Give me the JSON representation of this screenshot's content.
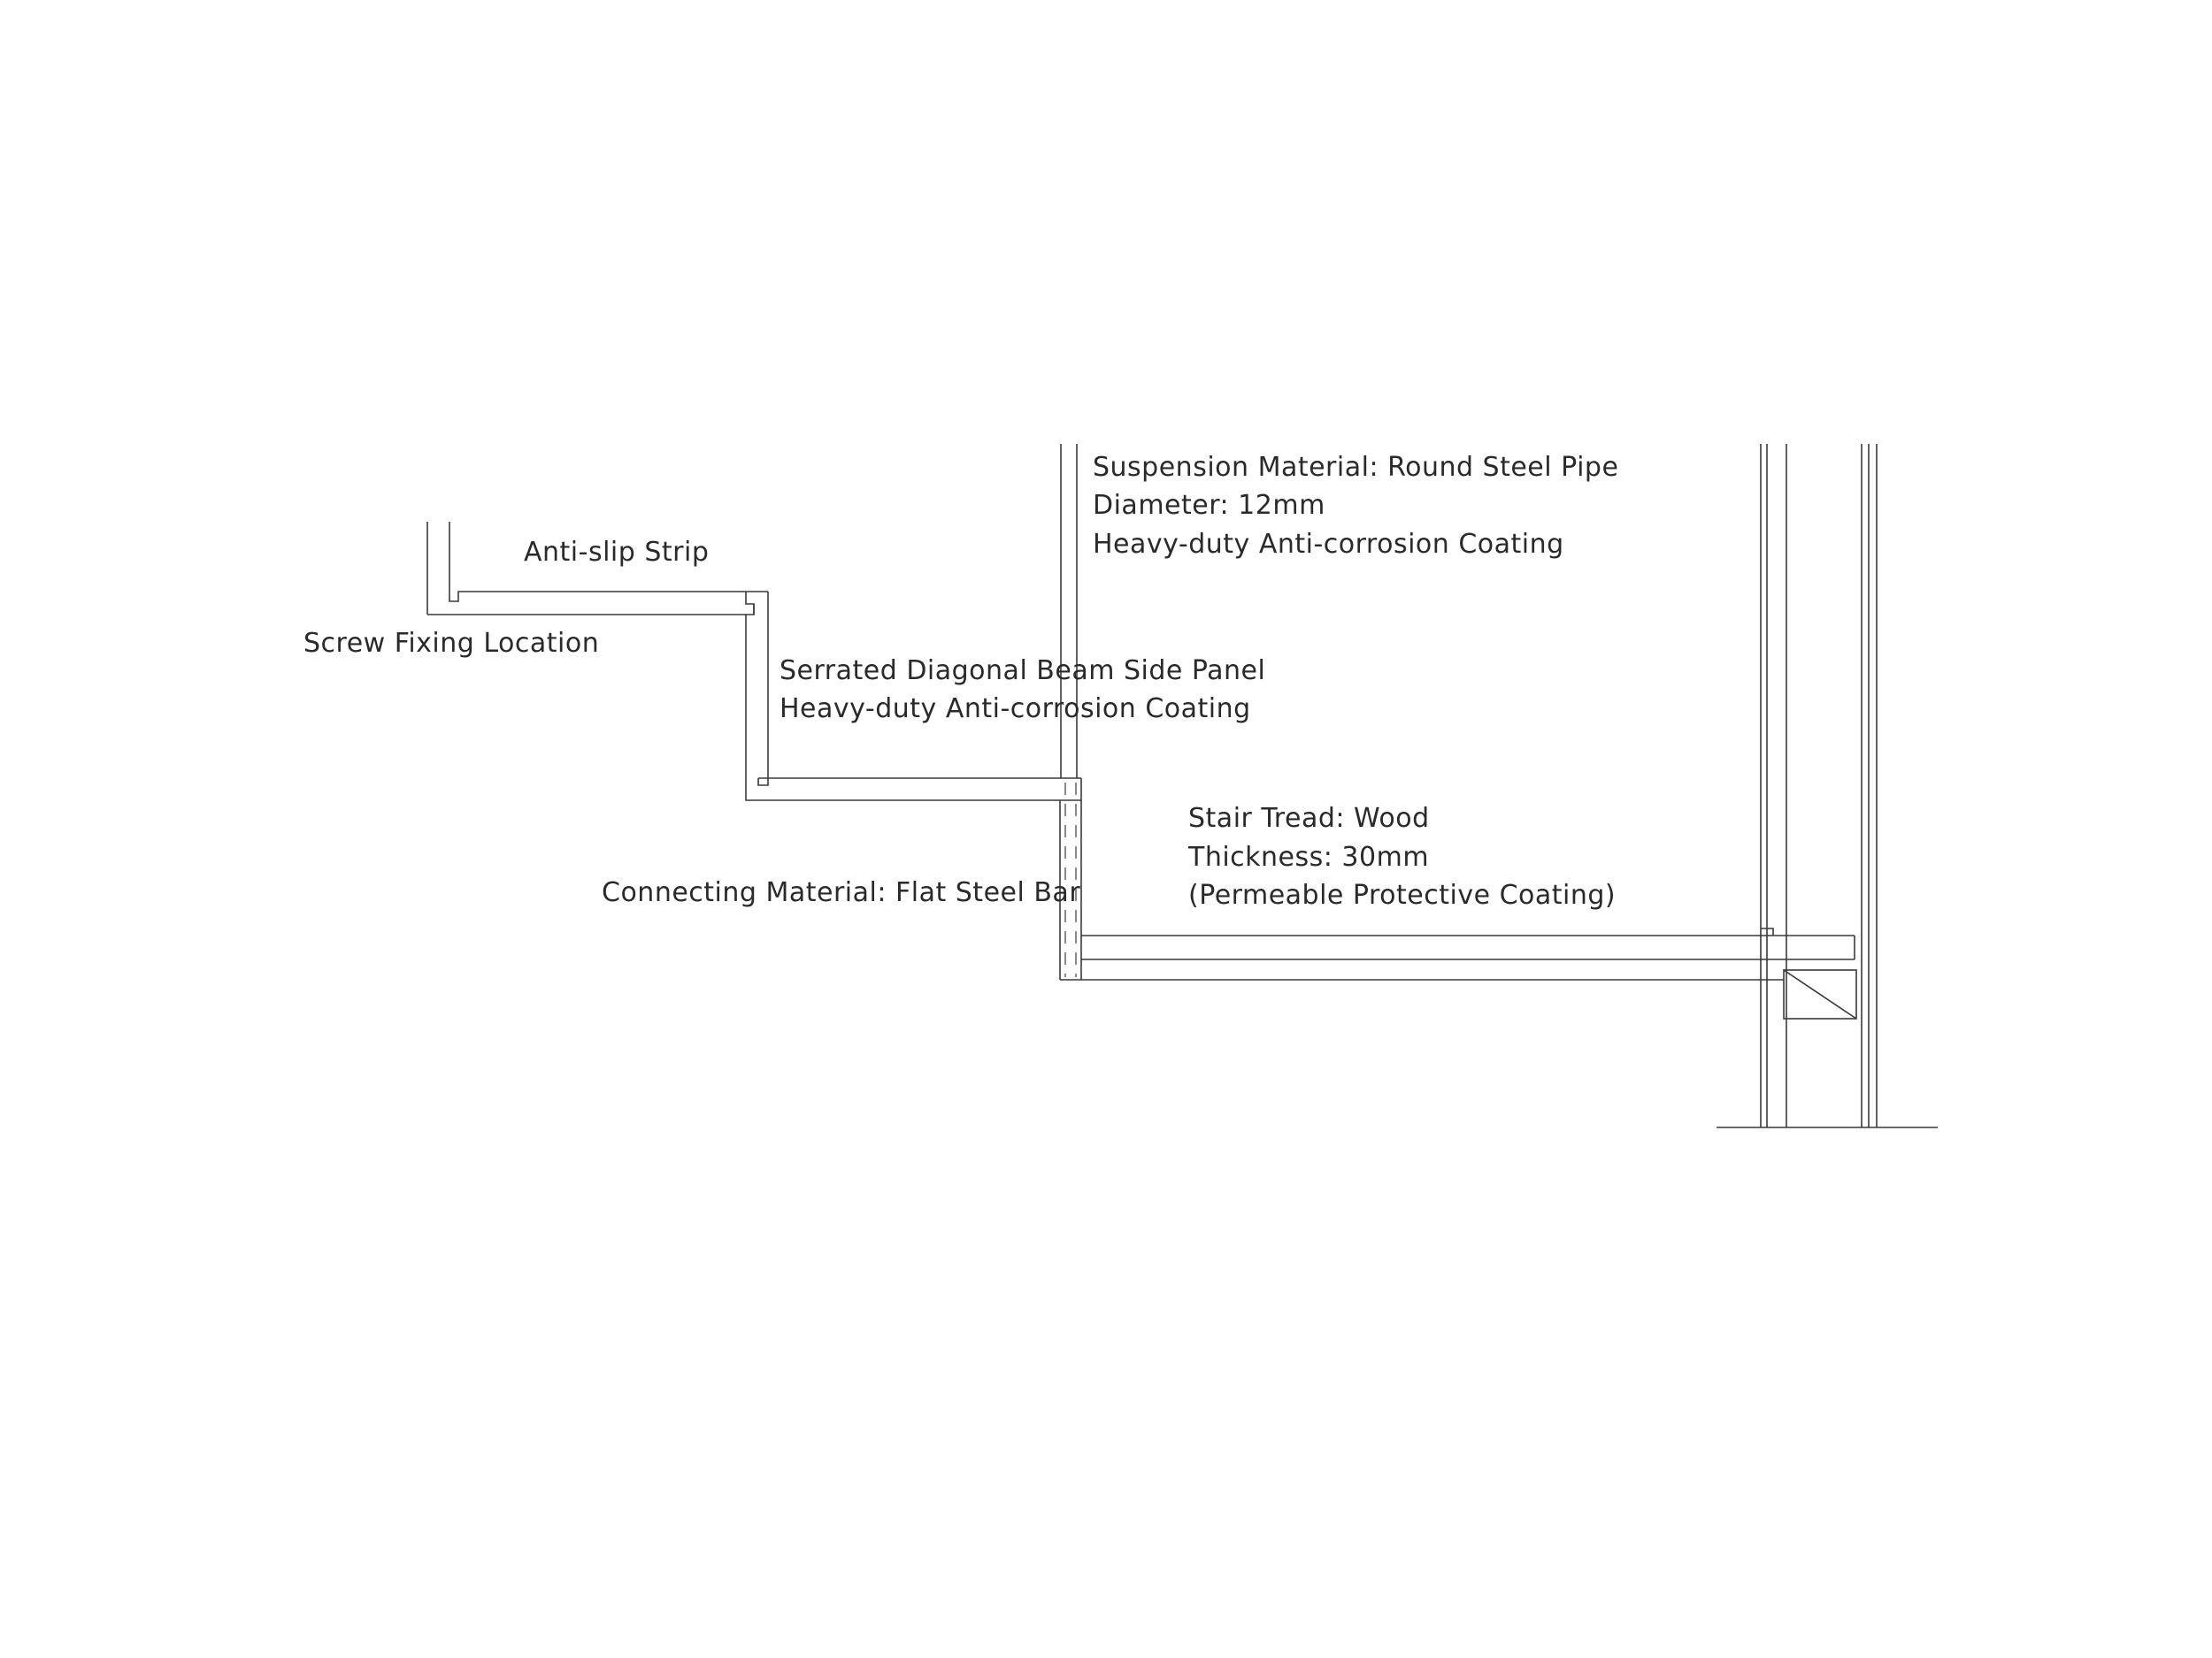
{
  "annotations": {
    "anti_slip_strip": "Anti-slip Strip",
    "screw_fixing_location": "Screw Fixing Location",
    "suspension_material": "Suspension Material: Round Steel Pipe",
    "diameter": "Diameter: 12mm",
    "suspension_coating": "Heavy-duty Anti-corrosion Coating",
    "side_panel": "Serrated Diagonal Beam Side Panel",
    "side_panel_coating": "Heavy-duty Anti-corrosion Coating",
    "connecting_material": "Connecting Material: Flat Steel Bar",
    "stair_tread": "Stair Tread: Wood",
    "thickness": "Thickness: 30mm",
    "tread_coating": "(Permeable Protective Coating)"
  },
  "colors": {
    "line": "#3a3a3a",
    "text": "#2a2a2a",
    "background": "#ffffff"
  }
}
